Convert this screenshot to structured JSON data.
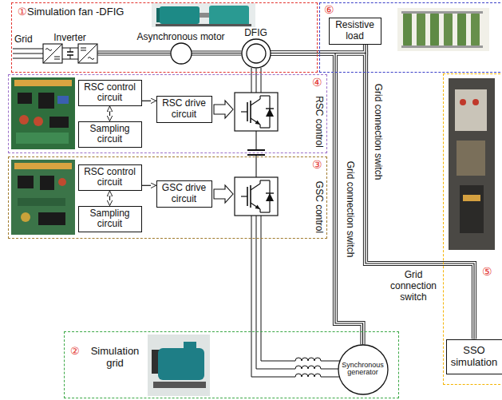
{
  "diagram": {
    "nodes": [
      {
        "text": [
          "①Simulation fan -DFIG"
        ]
      },
      {
        "text": [
          "Inverter"
        ],
        "in": 0
      },
      {
        "text": [
          "Asynchronous motor"
        ],
        "in": 0
      },
      {
        "text": [
          "DFIG"
        ],
        "in": 0
      },
      {
        "text": [
          "⑥"
        ]
      },
      {
        "text": [
          "Resistive load"
        ],
        "in": 4
      },
      {
        "text": [
          "④",
          "RSC control"
        ]
      },
      {
        "text": [
          "RSC control circuit"
        ],
        "in": 6
      },
      {
        "text": [
          "Sampling circuit"
        ],
        "in": 6
      },
      {
        "text": [
          "RSC drive circuit"
        ],
        "in": 6
      },
      {
        "text": [
          "③",
          "GSC control"
        ]
      },
      {
        "text": [
          "RSC control circuit"
        ],
        "in": 10
      },
      {
        "text": [
          "Sampling circuit"
        ],
        "in": 10
      },
      {
        "text": [
          "GSC drive circuit"
        ],
        "in": 10
      },
      {
        "text": [
          "⑤"
        ]
      },
      {
        "text": [
          "SSO simulation"
        ],
        "in": 14
      },
      {
        "text": [
          "②",
          "Simulation grid"
        ]
      },
      {
        "text": [
          "Synchronous generator"
        ],
        "in": 16
      }
    ],
    "edges": [
      {
        "from": 1,
        "to": 2,
        "arrow": "none"
      },
      {
        "from": 2,
        "to": 3,
        "arrow": "none"
      },
      {
        "from": 3,
        "to": 5,
        "label": "Grid connection switch",
        "arrow": "none"
      },
      {
        "from": 3,
        "to": 17,
        "label": "Grid connection switch",
        "arrow": "none"
      },
      {
        "from": 3,
        "to": 15,
        "label": "Grid connection switch",
        "arrow": "none"
      },
      {
        "from": 8,
        "to": 7,
        "arrow": "both"
      },
      {
        "from": 7,
        "to": 9,
        "arrow": "to"
      },
      {
        "from": 12,
        "to": 11,
        "arrow": "both"
      },
      {
        "from": 11,
        "to": 13,
        "arrow": "to"
      }
    ],
    "labels": [
      "Grid"
    ]
  }
}
